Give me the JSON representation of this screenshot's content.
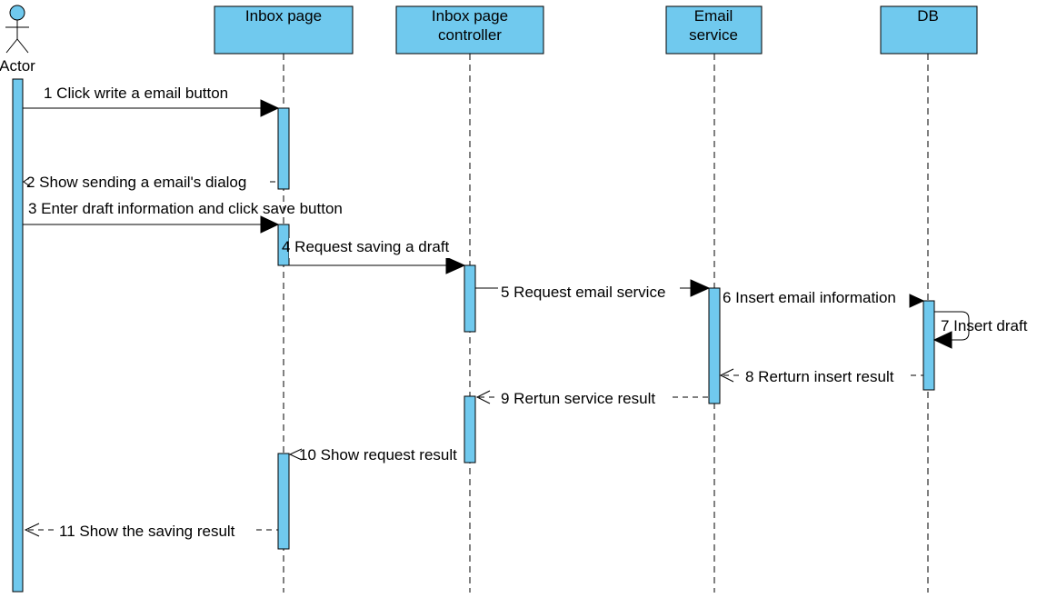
{
  "actor": {
    "label": "Actor"
  },
  "participants": [
    {
      "id": "inbox_page",
      "lines": [
        "Inbox page"
      ]
    },
    {
      "id": "inbox_controller",
      "lines": [
        "Inbox page",
        "controller"
      ]
    },
    {
      "id": "email_service",
      "lines": [
        "Email",
        "service"
      ]
    },
    {
      "id": "db",
      "lines": [
        "DB"
      ]
    }
  ],
  "messages": [
    {
      "label": "1 Click write a email button",
      "kind": "call"
    },
    {
      "label": "2 Show sending a email's dialog",
      "kind": "return"
    },
    {
      "label": "3 Enter draft information and click save button",
      "kind": "call"
    },
    {
      "label": "4 Request saving a draft",
      "kind": "call"
    },
    {
      "label": "5 Request email service",
      "kind": "call"
    },
    {
      "label": "6 Insert email information",
      "kind": "call"
    },
    {
      "label": "7 Insert draft",
      "kind": "self"
    },
    {
      "label": "8 Rerturn insert result",
      "kind": "return"
    },
    {
      "label": "9 Rertun service result",
      "kind": "return"
    },
    {
      "label": "10 Show request result",
      "kind": "return"
    },
    {
      "label": "11 Show the saving result",
      "kind": "return"
    }
  ],
  "colors": {
    "fill": "#70c9ee",
    "stroke": "#000000",
    "background": "#ffffff"
  }
}
